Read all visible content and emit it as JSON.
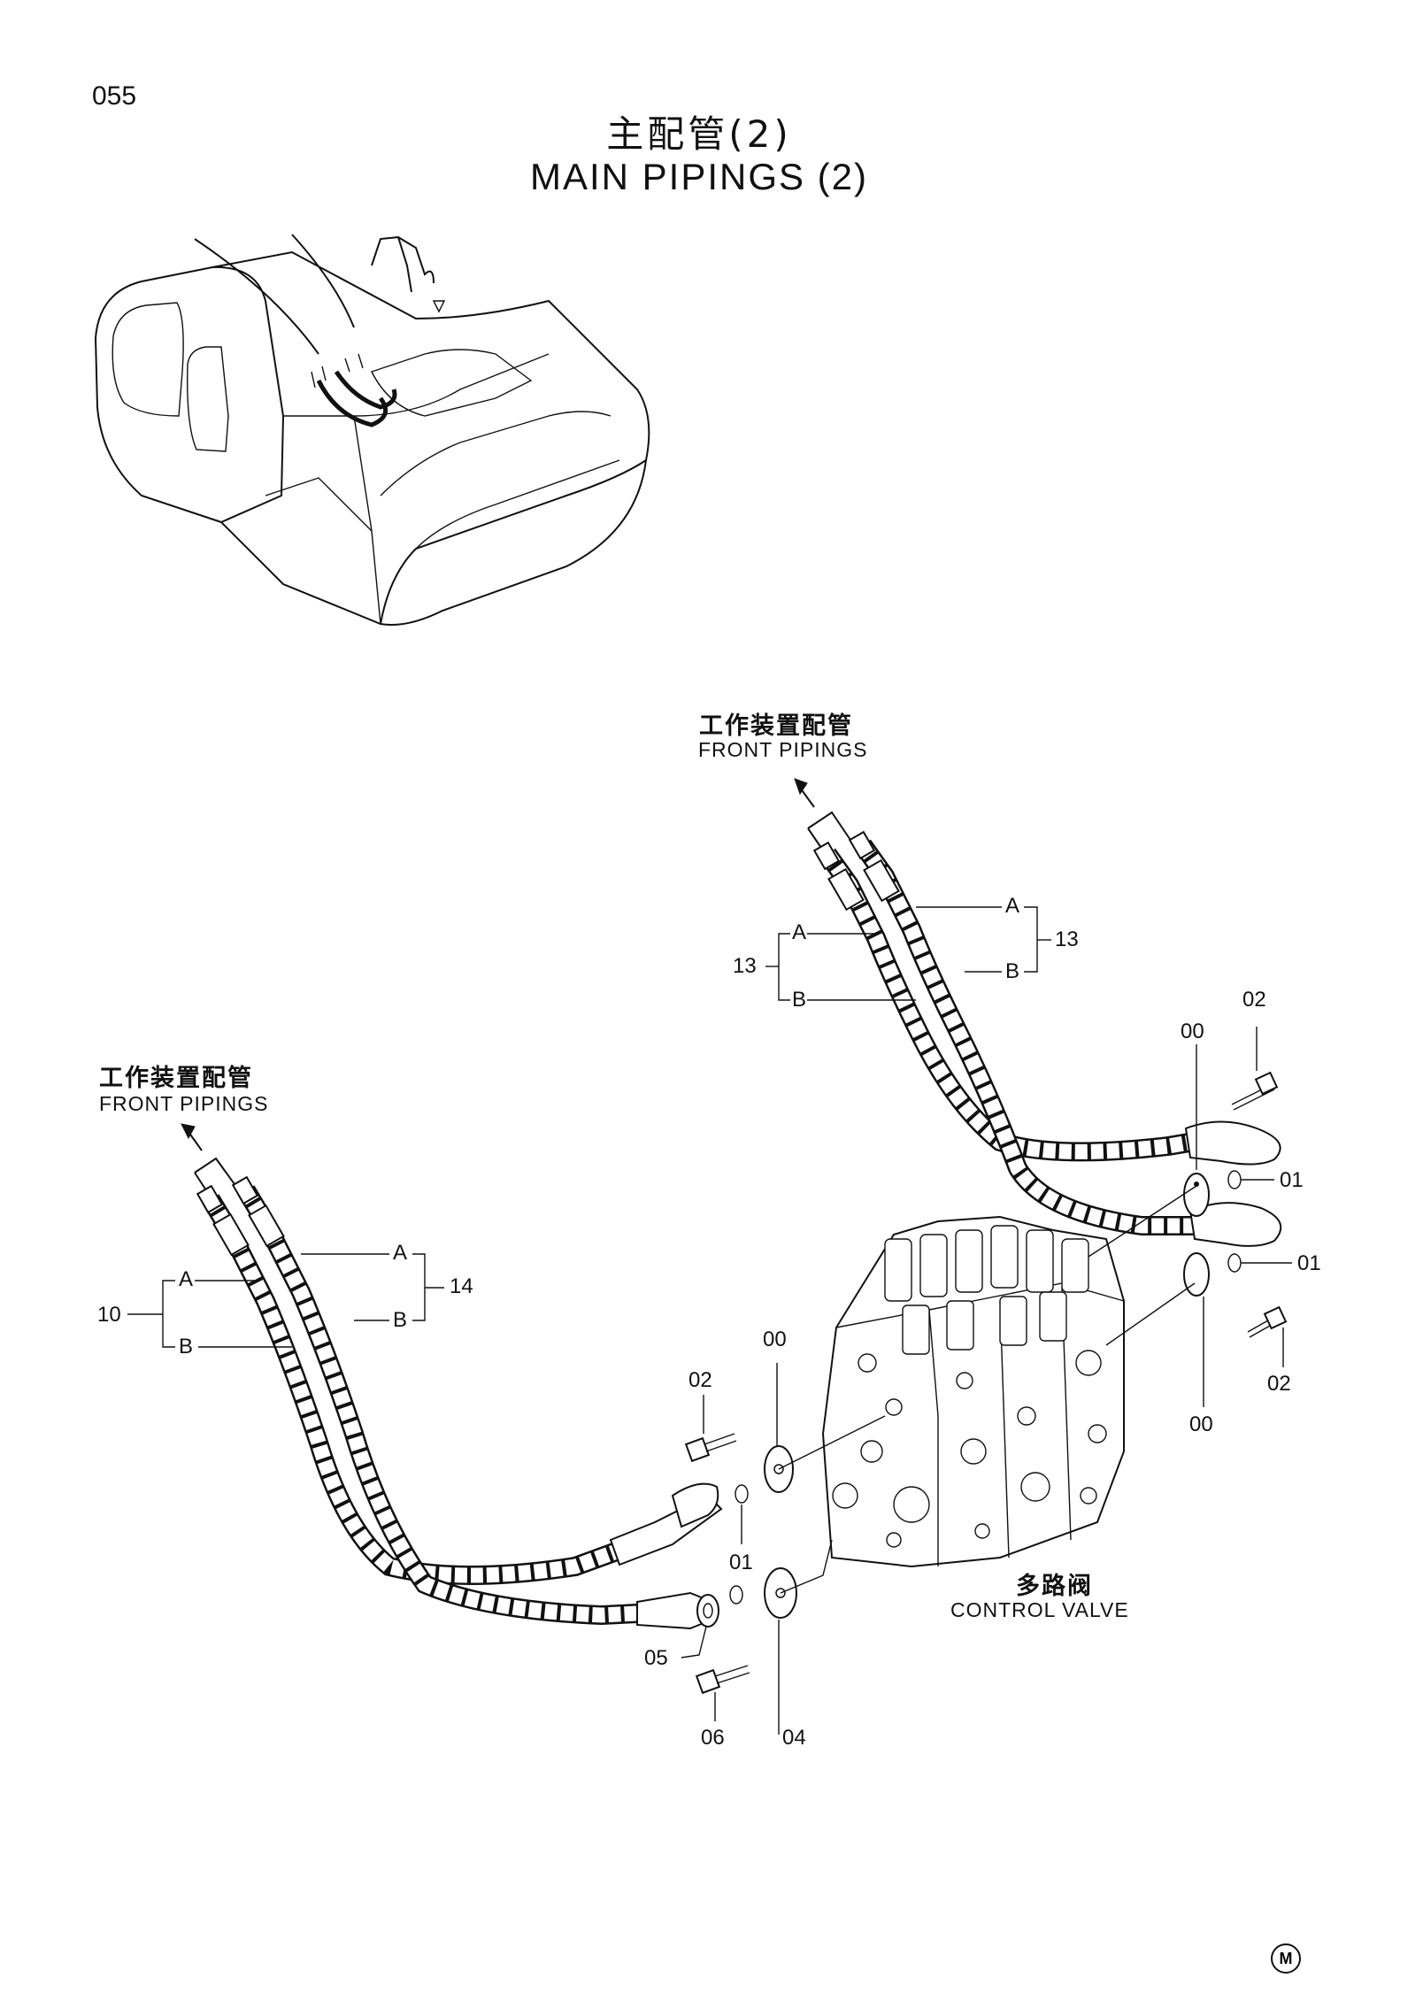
{
  "page_number": "055",
  "title_cn": "主配管(2)",
  "title_en": "MAIN PIPINGS (2)",
  "labels": {
    "front_pipings_upper_cn": "工作装置配管",
    "front_pipings_upper_en": "FRONT PIPINGS",
    "front_pipings_left_cn": "工作装置配管",
    "front_pipings_left_en": "FRONT PIPINGS",
    "control_valve_cn": "多路阀",
    "control_valve_en": "CONTROL VALVE"
  },
  "hose_groups": {
    "upper_left": {
      "number": "13",
      "a": "A",
      "b": "B"
    },
    "upper_right": {
      "number": "13",
      "a": "A",
      "b": "B"
    },
    "left_left": {
      "number": "10",
      "a": "A",
      "b": "B"
    },
    "left_right": {
      "number": "14",
      "a": "A",
      "b": "B"
    }
  },
  "part_numbers": {
    "p00_upper": "00",
    "p02_upper": "02",
    "p01_upper": "01",
    "p01_middle": "01",
    "p02_right": "02",
    "p00_right": "00",
    "p02_left": "02",
    "p00_left": "00",
    "p01_left": "01",
    "p05": "05",
    "p06": "06",
    "p04": "04"
  },
  "manufacturer_mark": "M"
}
